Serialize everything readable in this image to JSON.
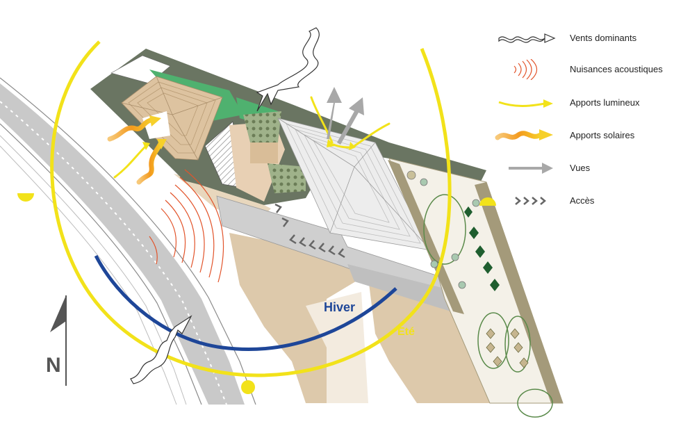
{
  "legend": {
    "items": [
      {
        "key": "wind",
        "label": "Vents dominants",
        "icon": "wind-arrow-icon"
      },
      {
        "key": "noise",
        "label": "Nuisances acoustiques",
        "icon": "sound-waves-icon"
      },
      {
        "key": "light",
        "label": "Apports lumineux",
        "icon": "light-arrow-icon"
      },
      {
        "key": "solar",
        "label": "Apports solaires",
        "icon": "solar-arrow-icon"
      },
      {
        "key": "views",
        "label": "Vues",
        "icon": "view-arrow-icon"
      },
      {
        "key": "access",
        "label": "Accès",
        "icon": "access-chevrons-icon"
      }
    ]
  },
  "labels": {
    "winter": "Hiver",
    "summer": "Eté",
    "north": "N"
  },
  "colors": {
    "sun_yellow": "#f2e21a",
    "winter_blue": "#1e4698",
    "noise_red": "#e2542b",
    "solar_orange": "#f39a1e",
    "road_gray": "#c9c9c9",
    "sand": "#ddc9ab",
    "building_green": "#6a7562",
    "courtyard_green": "#4fb16f",
    "view_gray": "#a8a8a8"
  }
}
